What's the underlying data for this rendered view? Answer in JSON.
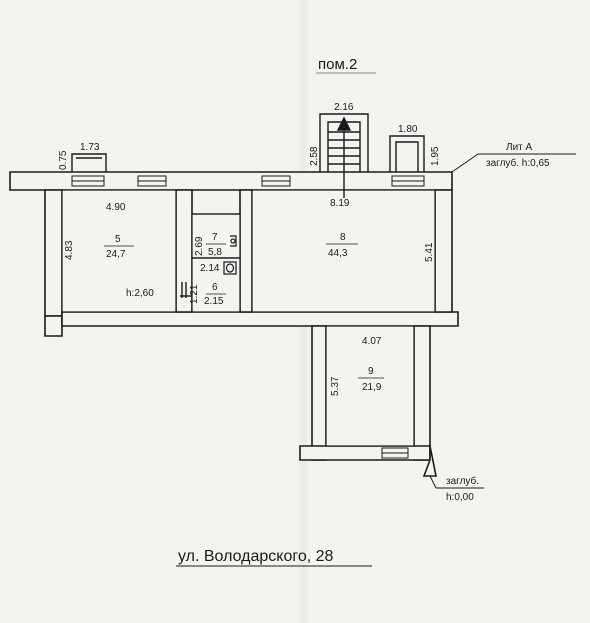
{
  "plan_title": "пом.2",
  "street_caption": "ул. Володарского,  28",
  "colors": {
    "ink": "#1a1a1a",
    "wall": "#f4f3f0",
    "paper": "#f4f3f0"
  },
  "dimensions": {
    "window_left_width": "1.73",
    "window_left_depth": "0.75",
    "stair_width": "2.16",
    "stair_length": "2.58",
    "entry_right_width": "1.80",
    "entry_right_depth": "1.95",
    "room5_width": "4.90",
    "room5_length": "4.83",
    "room5_height": "h:2,60",
    "room7_length": "2.69",
    "room6_width_top": "2.14",
    "room6_width_bottom": "2.15",
    "room6_length": "1.21",
    "room8_width": "8.19",
    "room8_length": "5.41",
    "room9_width": "4.07",
    "room9_length": "5.37"
  },
  "rooms": [
    {
      "number": "5",
      "area": "24,7"
    },
    {
      "number": "7",
      "area": "5,8"
    },
    {
      "number": "6",
      "area": ""
    },
    {
      "number": "8",
      "area": "44,3"
    },
    {
      "number": "9",
      "area": "21,9"
    }
  ],
  "annotations": {
    "lit_a": "Лит А",
    "depth_top": "заглуб. h:0,65",
    "depth_bottom_line1": "заглуб.",
    "depth_bottom_line2": "h:0,00"
  },
  "icons": [
    "stair-arrow-icon",
    "washbasin-icon",
    "toilet-icon"
  ]
}
